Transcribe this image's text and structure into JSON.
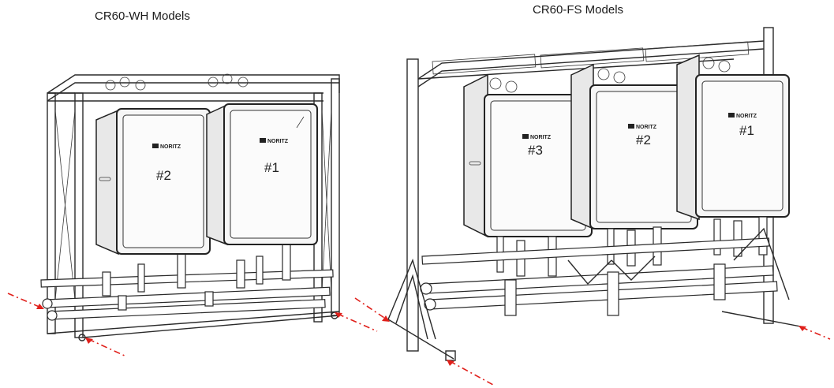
{
  "titles": {
    "wh": "CR60-WH Models",
    "fs": "CR60-FS Models"
  },
  "brand": "NORITZ",
  "wh_units": [
    {
      "label": "#2"
    },
    {
      "label": "#1"
    }
  ],
  "fs_units": [
    {
      "label": "#3"
    },
    {
      "label": "#2"
    },
    {
      "label": "#1"
    }
  ],
  "colors": {
    "flow_indicator": "#e0201b",
    "line": "#222222"
  }
}
